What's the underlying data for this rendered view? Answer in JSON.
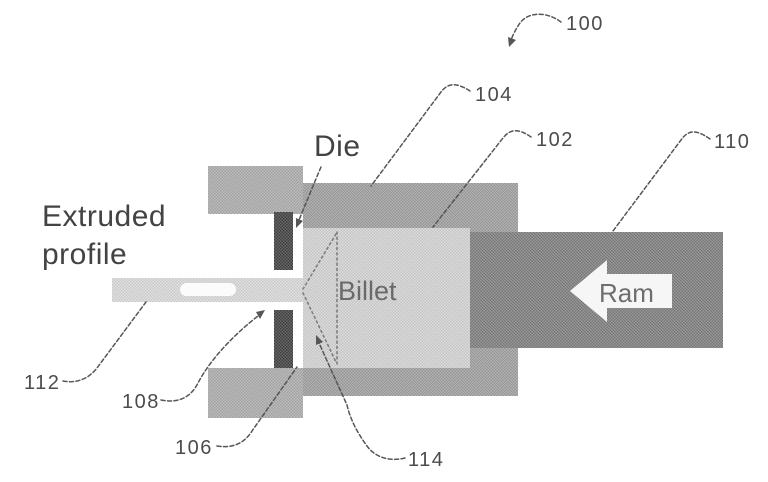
{
  "figure_labels": {
    "die": "Die",
    "extruded_profile": "Extruded\nprofile",
    "billet": "Billet",
    "ram": "Ram"
  },
  "reference_numerals": {
    "n100": "100",
    "n102": "102",
    "n104": "104",
    "n106": "106",
    "n108": "108",
    "n110": "110",
    "n112": "112",
    "n114": "114"
  },
  "icons": {
    "ram_direction_arrow": "left-arrow",
    "leader_arrowheads": "small filled triangles on leaders 100, 108, 114 and Die"
  },
  "colors": {
    "background": "#ffffff",
    "die_holder_blocks": "#ababab",
    "container_block": "#9d9d9d",
    "billet": "#d3d3d3",
    "ram_block": "#7c7c7c",
    "die_blocks": "#3e3e3e",
    "extruded_profile_strip": "#d8d8d8",
    "ram_arrow_fill": "#f6f6f6",
    "leader_lines": "#565656",
    "dead_metal_zone_dots": "#7e7e7e",
    "label_text": "#434343",
    "numeral_text": "#4c4c4c",
    "inner_label_text": "#6a6a6a"
  }
}
